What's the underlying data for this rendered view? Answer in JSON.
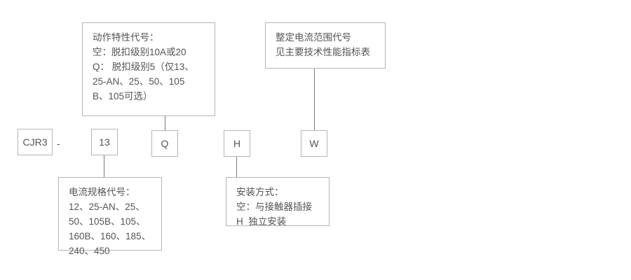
{
  "diagram": {
    "type": "product-model-code-breakdown",
    "title_code": "CJR3-13QHW",
    "separator": "-",
    "code_boxes": [
      {
        "name": "series-code",
        "value": "CJR3"
      },
      {
        "name": "current-spec-code",
        "value": "13"
      },
      {
        "name": "action-characteristic-code",
        "value": "Q"
      },
      {
        "name": "mounting-type-code",
        "value": "H"
      },
      {
        "name": "current-range-code",
        "value": "W"
      }
    ],
    "annotations": {
      "action_characteristic": {
        "name": "action-characteristic-note",
        "lines": [
          "动作特性代号：",
          "空：脱扣级别10A或20",
          "Q： 脱扣级别5（仅13、",
          "25-AN、25、50、105",
          "B、105可选）"
        ]
      },
      "current_range": {
        "name": "current-range-note",
        "lines": [
          "整定电流范围代号",
          "见主要技术性能指标表"
        ]
      },
      "current_spec": {
        "name": "current-spec-note",
        "lines": [
          "电流规格代号：",
          "12、25-AN、25、",
          "50、105B、105、",
          "160B、160、185、",
          "240、450"
        ]
      },
      "mounting_type": {
        "name": "mounting-type-note",
        "lines": [
          "安装方式：",
          "空：与接触器插接",
          "H  独立安装"
        ]
      }
    },
    "colors": {
      "border": "#b5b5b5",
      "connector": "#7a7a7a",
      "text": "#555555",
      "background": "#ffffff"
    }
  }
}
